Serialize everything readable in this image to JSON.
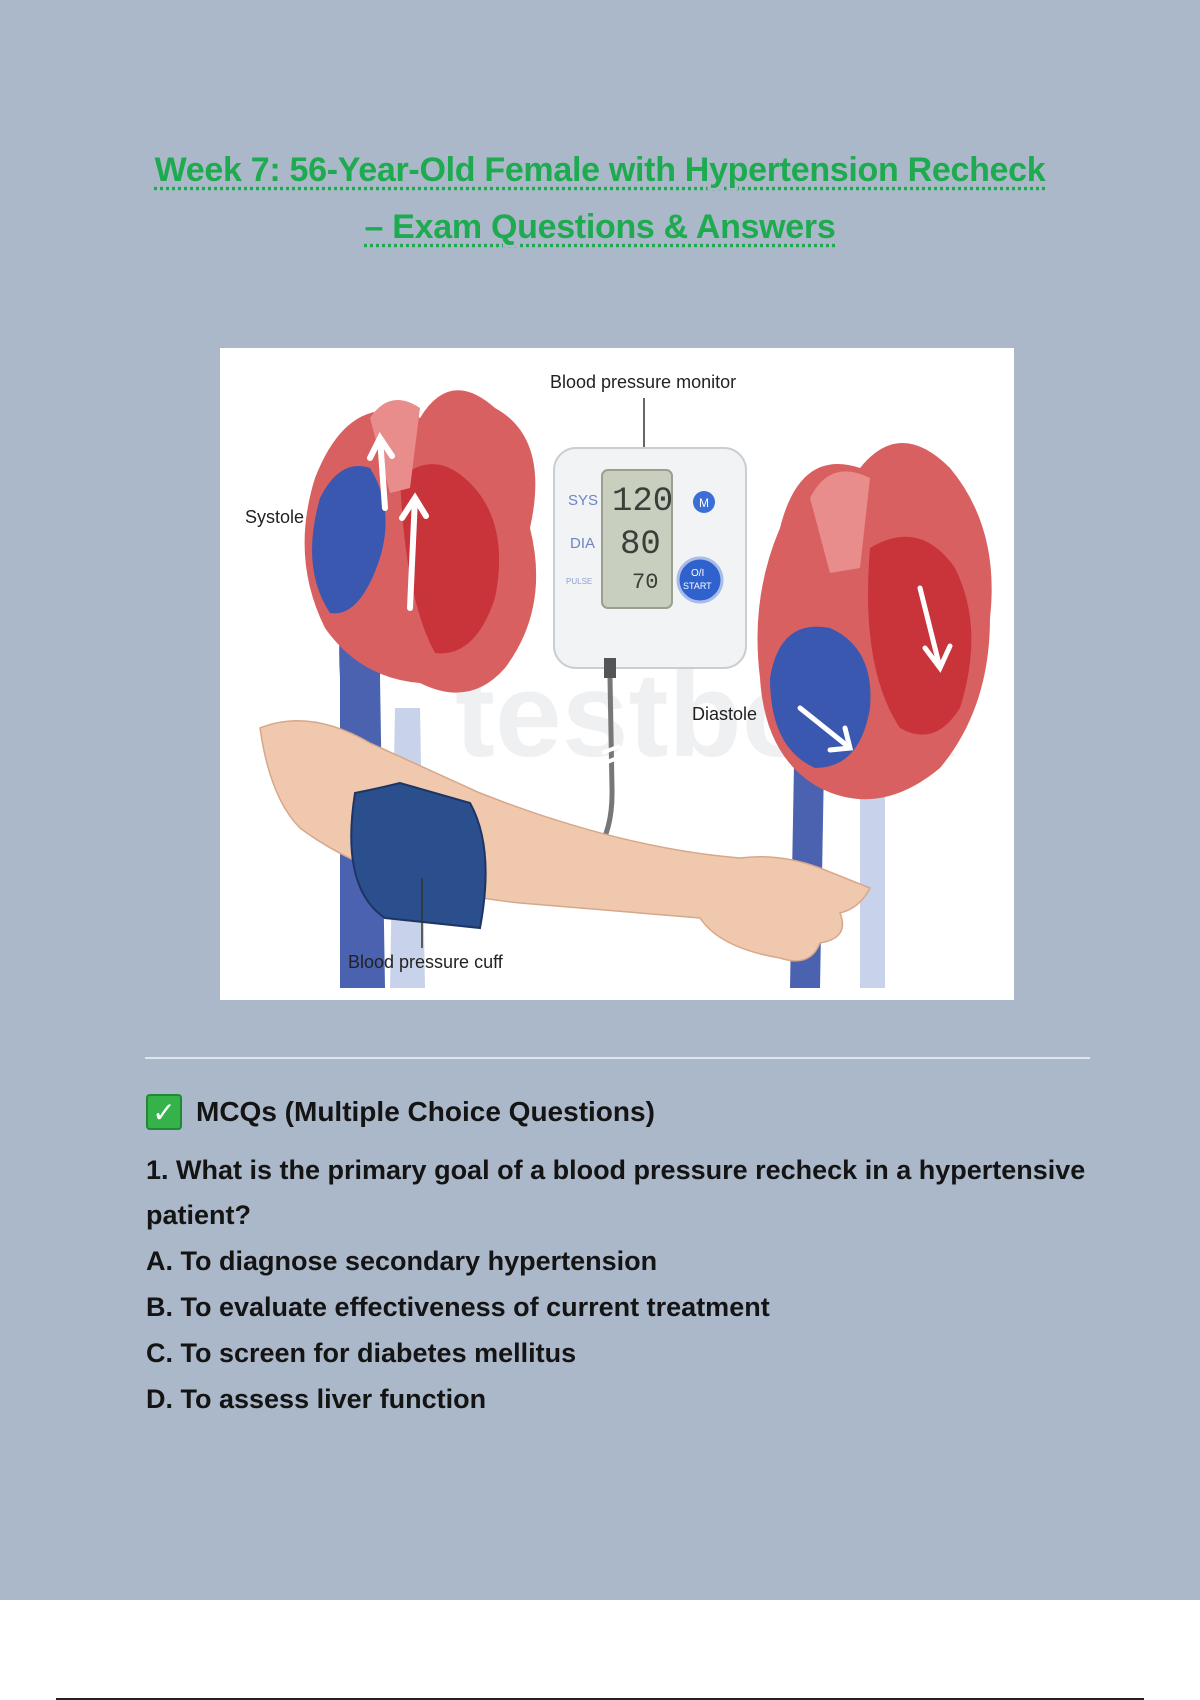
{
  "document": {
    "title_line1": "Week 7: 56-Year-Old Female with Hypertension Recheck",
    "title_line2": "– Exam Questions & Answers"
  },
  "figure": {
    "label_monitor": "Blood pressure monitor",
    "label_systole": "Systole",
    "label_diastole": "Diastole",
    "label_cuff": "Blood pressure cuff",
    "display_sys_label": "SYS",
    "display_dia_label": "DIA",
    "display_pulse_label": "PULSE",
    "sys_value": "120",
    "dia_value": "80",
    "pulse_value": "70",
    "button_m": "M",
    "button_start_line1": "O/I",
    "button_start_line2": "START",
    "watermark": "testbook"
  },
  "mcq": {
    "heading": "MCQs (Multiple Choice Questions)",
    "check_icon": "✓",
    "question_1": {
      "text": "1. What is the primary goal of a blood pressure recheck in a hypertensive patient?",
      "options": [
        "A. To diagnose secondary hypertension",
        "B. To evaluate effectiveness of current treatment",
        "C. To screen for diabetes mellitus",
        "D. To assess liver function"
      ]
    }
  },
  "colors": {
    "page_background": "#abb8c9",
    "title_green": "#1eaa4f",
    "check_green": "#35b34a"
  }
}
